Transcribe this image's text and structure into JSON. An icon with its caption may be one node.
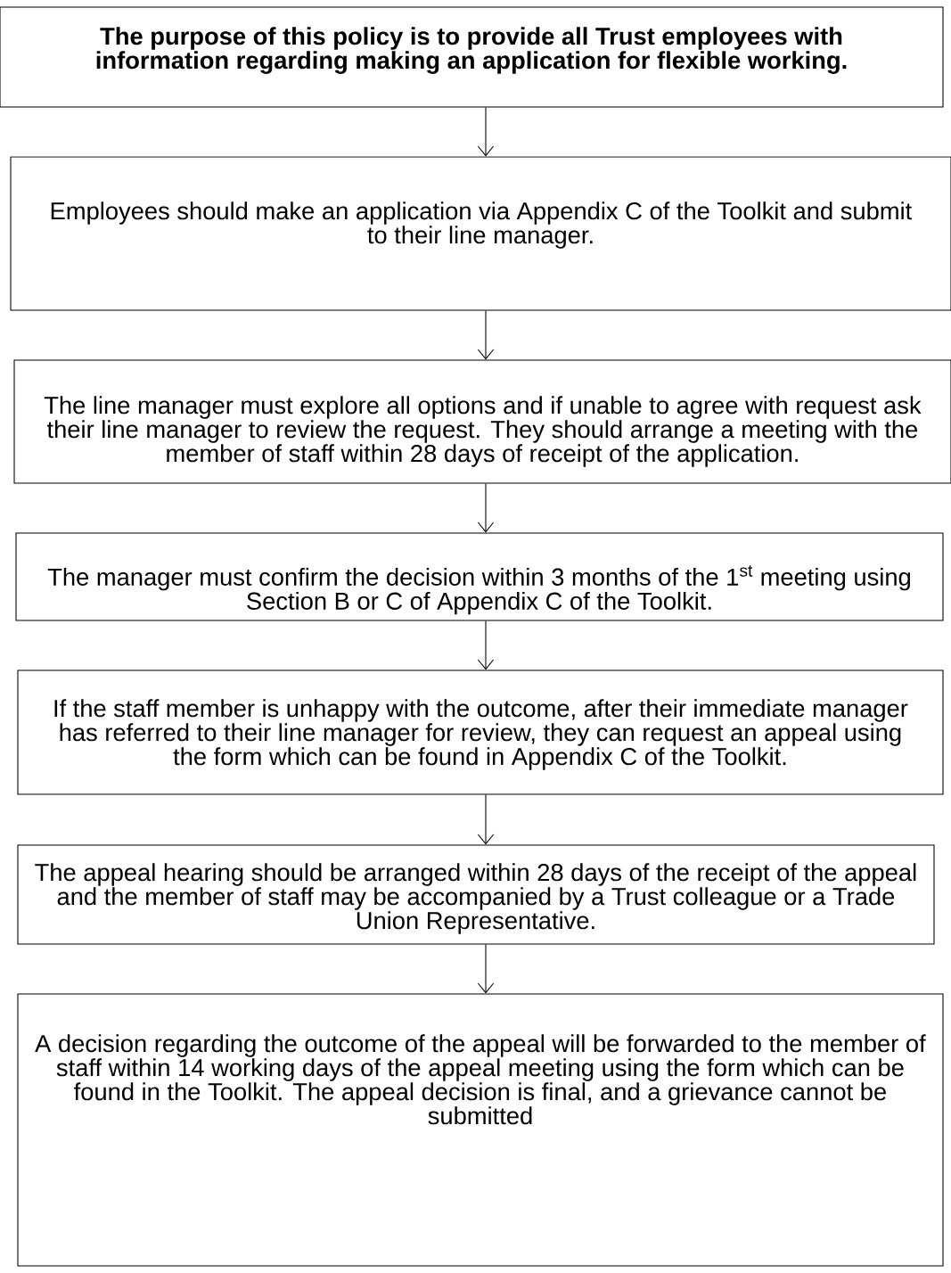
{
  "diagram": {
    "nodes": [
      {
        "text": [
          "The purpose of this policy is to provide all Trust employees with information regarding making an application for flexible working."
        ]
      },
      {
        "text": [
          "Employees should make an application via Appendix C of the Toolkit and submit to their line manager."
        ]
      },
      {
        "text": [
          "The line manager must explore all options and if unable to agree with request ask their line manager to review the request. They should arrange a meeting with the member of staff within 28 days of receipt of the application."
        ]
      },
      {
        "text": [
          "The manager must confirm the decision within 3 months of the 1$^{st}$ meeting using Section B or C of Appendix C of the Toolkit."
        ]
      },
      {
        "text": [
          "If the staff member is unhappy with the outcome, after their immediate manager has referred to their line manager for review, they can request an appeal using the form which can be found in Appendix C of the Toolkit."
        ]
      },
      {
        "text": [
          "The appeal hearing should be arranged within 28 days of the receipt of the appeal and the member of staff may be accompanied by a Trust colleague or a Trade Union Representative."
        ]
      },
      {
        "text": [
          "A decision regarding the outcome of the appeal will be forwarded to the member of staff within 14 working days of the appeal meeting using the form which can be found in the Toolkit.  The appeal decision is final, and a grievance cannot be submitted"
        ]
      }
    ],
    "edges": [
      {
        "from": 0,
        "to": 1,
        "arrow": "to"
      },
      {
        "from": 1,
        "to": 2,
        "arrow": "to"
      },
      {
        "from": 2,
        "to": 3,
        "arrow": "to"
      },
      {
        "from": 3,
        "to": 4,
        "arrow": "to"
      },
      {
        "from": 4,
        "to": 5,
        "arrow": "to"
      },
      {
        "from": 5,
        "to": 6,
        "arrow": "to"
      }
    ]
  }
}
